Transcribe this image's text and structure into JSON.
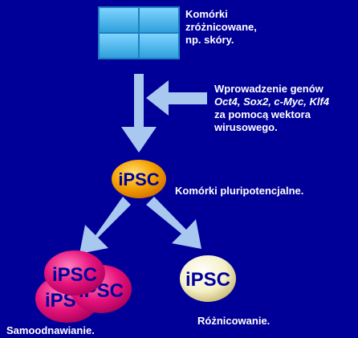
{
  "cells_label": [
    "Komórki",
    "zróżnicowane,",
    "np. skóry."
  ],
  "genes_label": {
    "line1": "Wprowadzenie genów",
    "genes": "Oct4, Sox2, c-Myc, Klf4",
    "line3": "za pomocą wektora",
    "line4": "wirusowego."
  },
  "pluripotent_label": "Komórki pluripotencjalne.",
  "self_renewal_label": "Samoodnawianie.",
  "differentiation_label": "Różnicowanie.",
  "cell_text": "iPSC",
  "colors": {
    "background": "#000099",
    "arrow": "#a8c8f0",
    "cells": "#3bb0e8",
    "ipsc_orange": "#f5a100",
    "ipsc_pink": "#e8147c",
    "ipsc_cream": "#f4f0c8"
  }
}
